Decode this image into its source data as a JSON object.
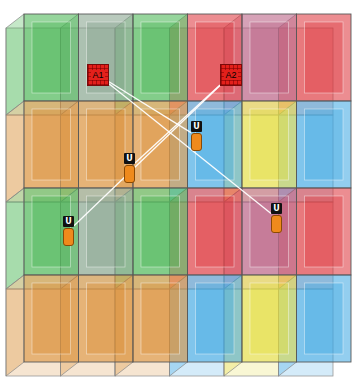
{
  "diagram": {
    "nodes": [
      {
        "text": [
          "A1"
        ]
      },
      {
        "text": [
          "A2"
        ]
      },
      {
        "text": [
          "U"
        ]
      },
      {
        "text": [
          "U"
        ]
      },
      {
        "text": [
          "U"
        ]
      },
      {
        "text": [
          "U"
        ]
      }
    ],
    "edges": [
      {
        "from": 0,
        "to": 2,
        "arrow": "none"
      },
      {
        "from": 0,
        "to": 4,
        "arrow": "none"
      },
      {
        "from": 1,
        "to": 3,
        "arrow": "none"
      },
      {
        "from": 1,
        "to": 5,
        "arrow": "none"
      }
    ]
  }
}
